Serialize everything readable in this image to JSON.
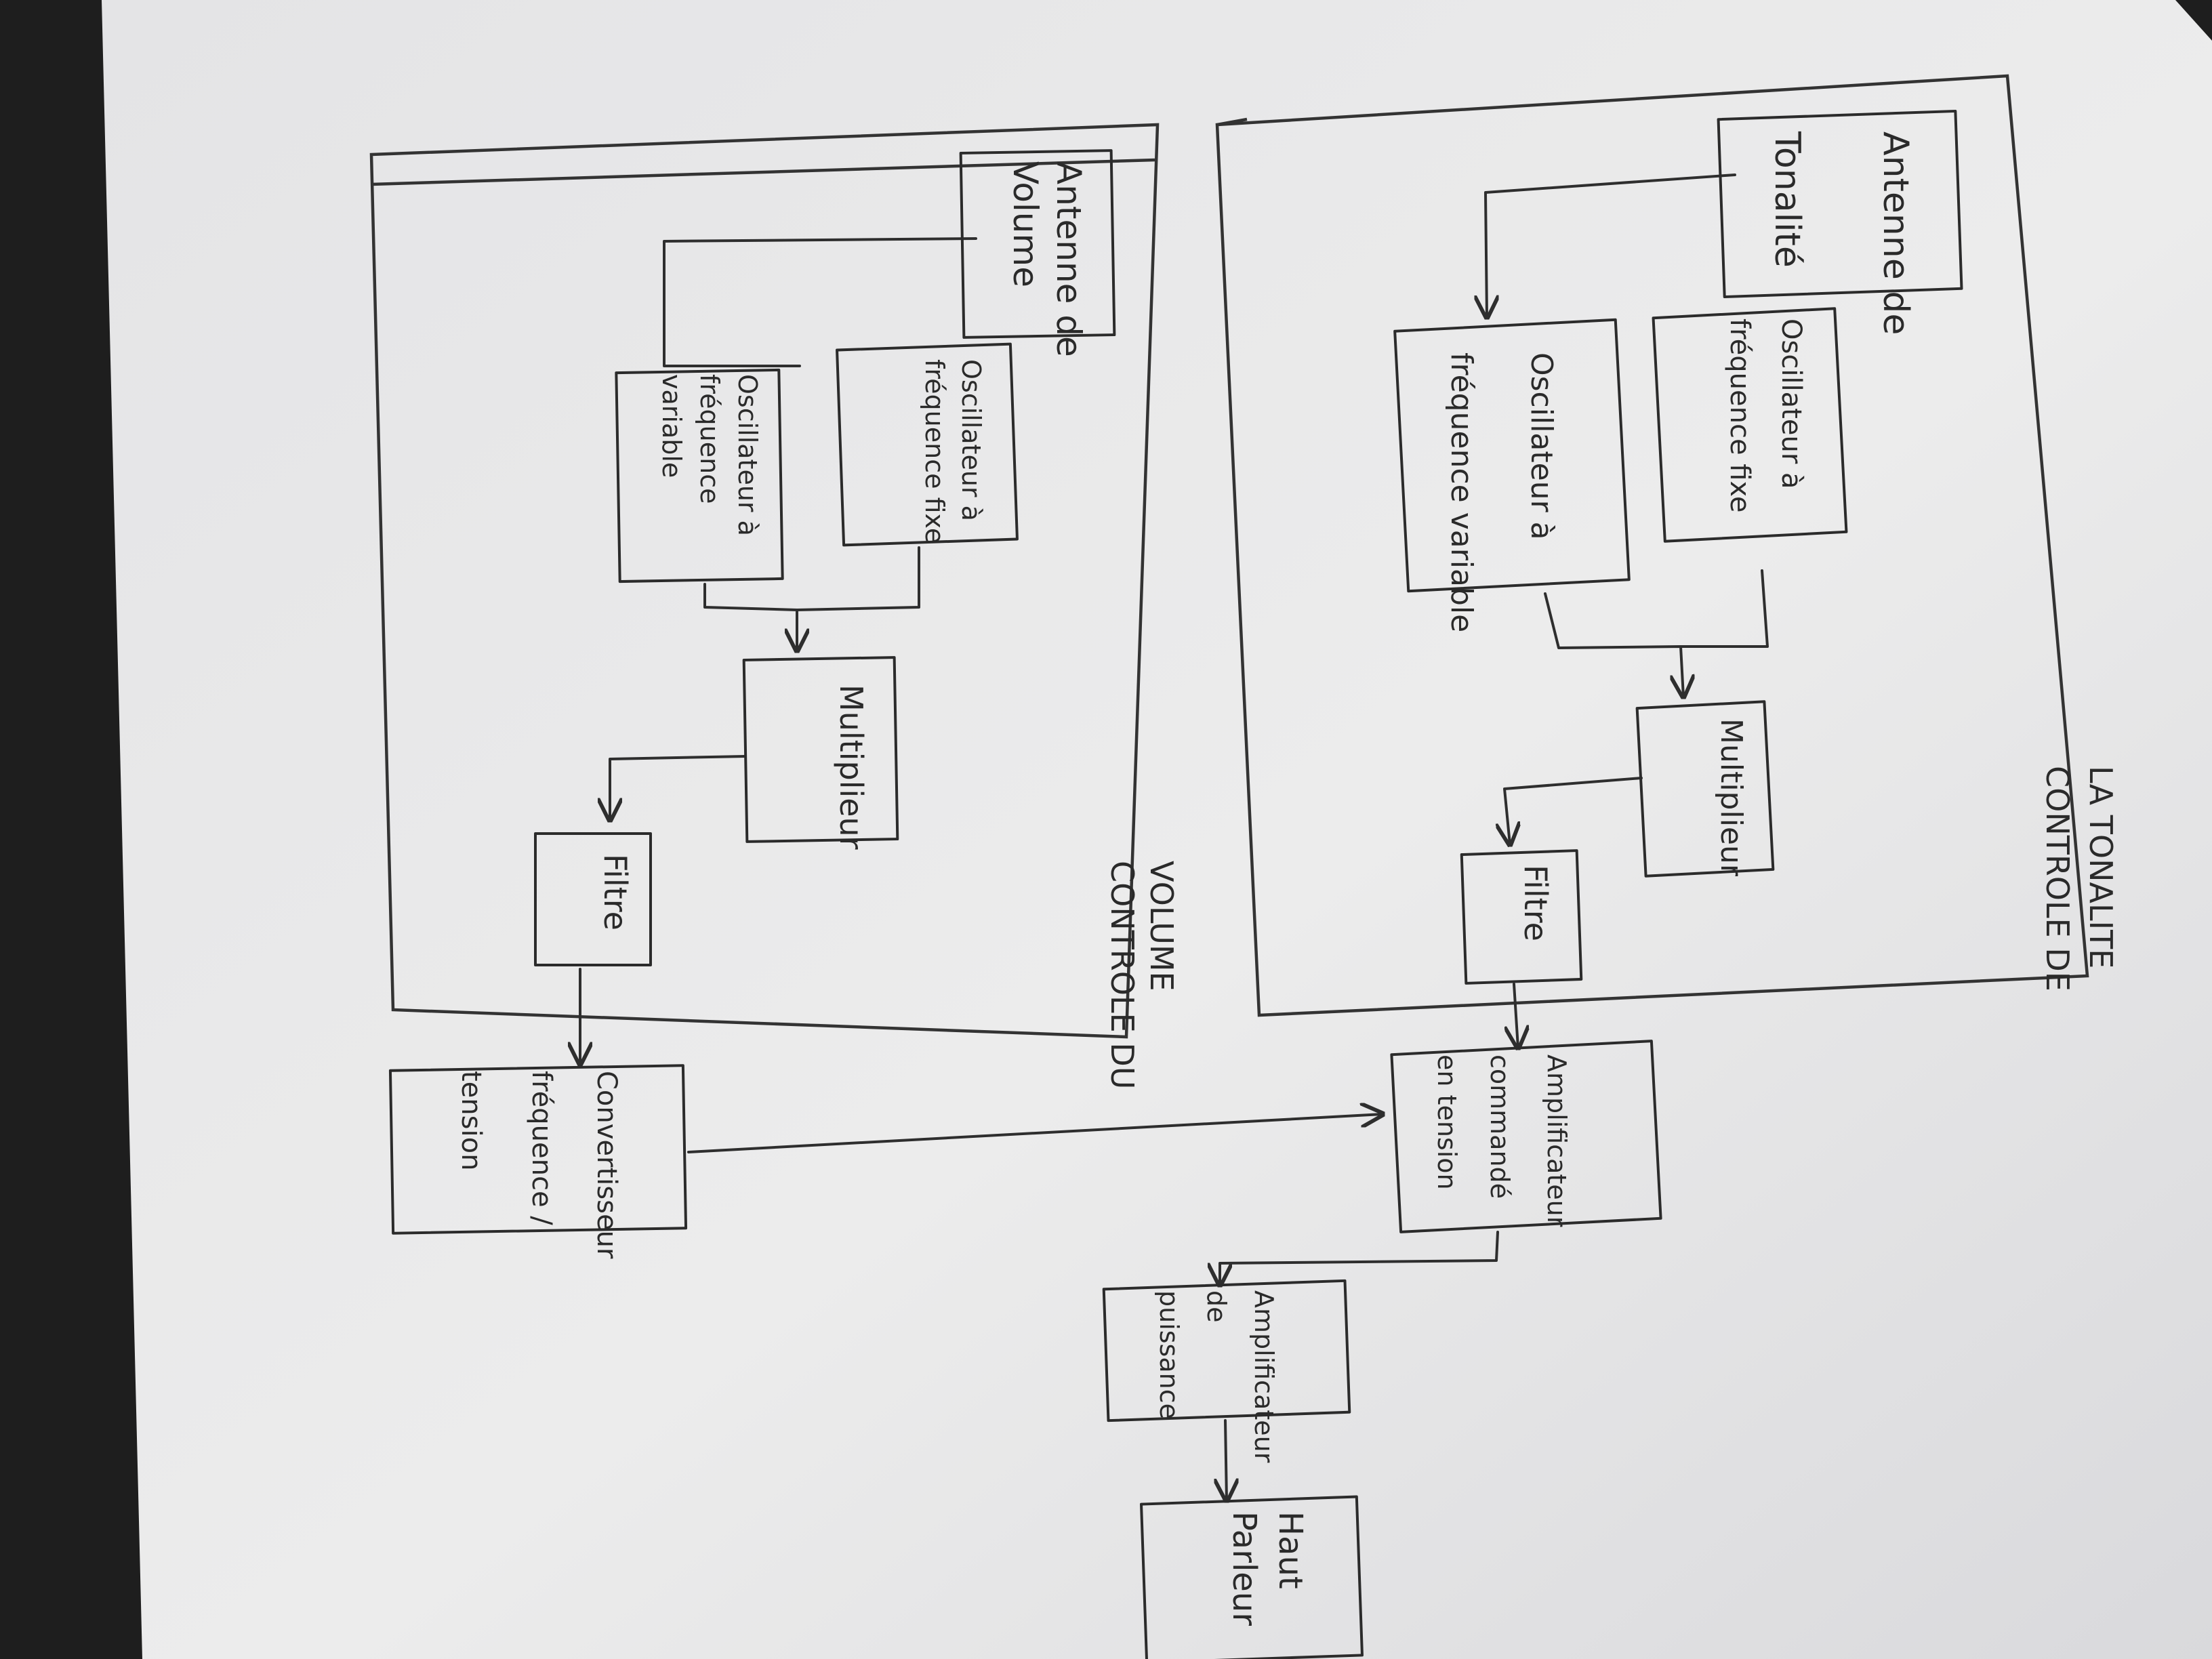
{
  "groups": {
    "volume": {
      "label_line1": "CONTROLE DU",
      "label_line2": "VOLUME"
    },
    "tone": {
      "label_line1": "CONTROLE DE",
      "label_line2": "LA TONALITE"
    }
  },
  "blocks": {
    "antenne_volume": {
      "line1": "Antenne de",
      "line2": "Volume"
    },
    "osc_fixe_vol": {
      "line1": "Oscillateur à",
      "line2": "fréquence fixe"
    },
    "osc_var_vol": {
      "line1": "Oscillateur à",
      "line2": "fréquence",
      "line3": "variable"
    },
    "mult_vol": {
      "line1": "Multiplieur"
    },
    "filtre_vol": {
      "line1": "Filtre"
    },
    "convertisseur": {
      "line1": "Convertisseur",
      "line2": "fréquence /",
      "line3": "tension"
    },
    "antenne_tonalite": {
      "line1": "Antenne de",
      "line2": "Tonalité"
    },
    "osc_fixe_ton": {
      "line1": "Oscillateur à",
      "line2": "fréquence fixe"
    },
    "osc_var_ton": {
      "line1": "Oscillateur à",
      "line2": "fréquence variable"
    },
    "mult_ton": {
      "line1": "Multiplieur"
    },
    "filtre_ton": {
      "line1": "Filtre"
    },
    "ampli_vca": {
      "line1": "Amplificateur",
      "line2": "commandé",
      "line3": "en tension"
    },
    "ampli_puissance": {
      "line1": "Amplificateur",
      "line2": "de",
      "line3": "puissance"
    },
    "haut_parleur": {
      "line1": "Haut",
      "line2": "Parleur"
    }
  },
  "colors": {
    "paper": "#ececec",
    "ink": "#2b2b2b",
    "background": "#1e1e1e"
  }
}
